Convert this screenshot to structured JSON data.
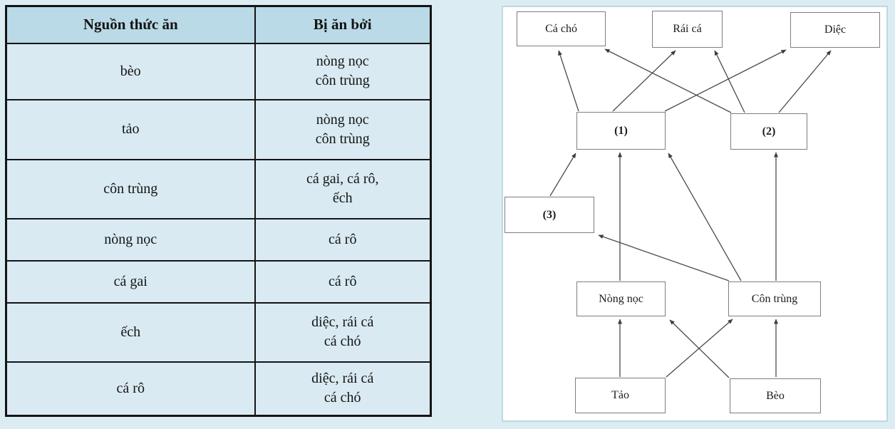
{
  "table": {
    "columns": [
      "Nguồn thức ăn",
      "Bị ăn bởi"
    ],
    "rows": [
      {
        "source": "bèo",
        "eaten_lines": [
          "nòng nọc",
          "côn trùng"
        ]
      },
      {
        "source": "tảo",
        "eaten_lines": [
          "nòng nọc",
          "côn trùng"
        ]
      },
      {
        "source": "côn trùng",
        "eaten_lines": [
          "cá gai, cá rô,",
          "ếch"
        ]
      },
      {
        "source": "nòng nọc",
        "eaten_lines": [
          "cá rô"
        ]
      },
      {
        "source": "cá gai",
        "eaten_lines": [
          "cá rô"
        ]
      },
      {
        "source": "ếch",
        "eaten_lines": [
          "diệc, rái cá",
          "cá chó"
        ]
      },
      {
        "source": "cá rô",
        "eaten_lines": [
          "diệc, rái cá",
          "cá chó"
        ]
      }
    ]
  },
  "diagram": {
    "nodes": {
      "ca_cho": "Cá chó",
      "rai_ca": "Rái cá",
      "diec": "Diệc",
      "n1": "(1)",
      "n2": "(2)",
      "n3": "(3)",
      "nong_noc": "Nòng nọc",
      "con_trung": "Côn trùng",
      "tao": "Tảo",
      "beo": "Bèo"
    },
    "edges": [
      {
        "from": "(1)",
        "to": "Cá chó"
      },
      {
        "from": "(1)",
        "to": "Rái cá"
      },
      {
        "from": "(1)",
        "to": "Diệc"
      },
      {
        "from": "(2)",
        "to": "Cá chó"
      },
      {
        "from": "(2)",
        "to": "Rái cá"
      },
      {
        "from": "(2)",
        "to": "Diệc"
      },
      {
        "from": "(3)",
        "to": "(1)"
      },
      {
        "from": "Nòng nọc",
        "to": "(1)"
      },
      {
        "from": "Côn trùng",
        "to": "(1)"
      },
      {
        "from": "Côn trùng",
        "to": "(2)"
      },
      {
        "from": "Côn trùng",
        "to": "(3)"
      },
      {
        "from": "Tảo",
        "to": "Nòng nọc"
      },
      {
        "from": "Tảo",
        "to": "Côn trùng"
      },
      {
        "from": "Bèo",
        "to": "Nòng nọc"
      },
      {
        "from": "Bèo",
        "to": "Côn trùng"
      }
    ]
  },
  "colors": {
    "page_background": "#dcecf3",
    "table_header_fill": "#b9dae6",
    "table_body_fill": "#d9eaf2",
    "table_border": "#141414",
    "panel_background": "#ffffff",
    "panel_border": "#bdd8e0",
    "node_border": "#7e7e7e",
    "arrow": "#4a4a4a"
  }
}
